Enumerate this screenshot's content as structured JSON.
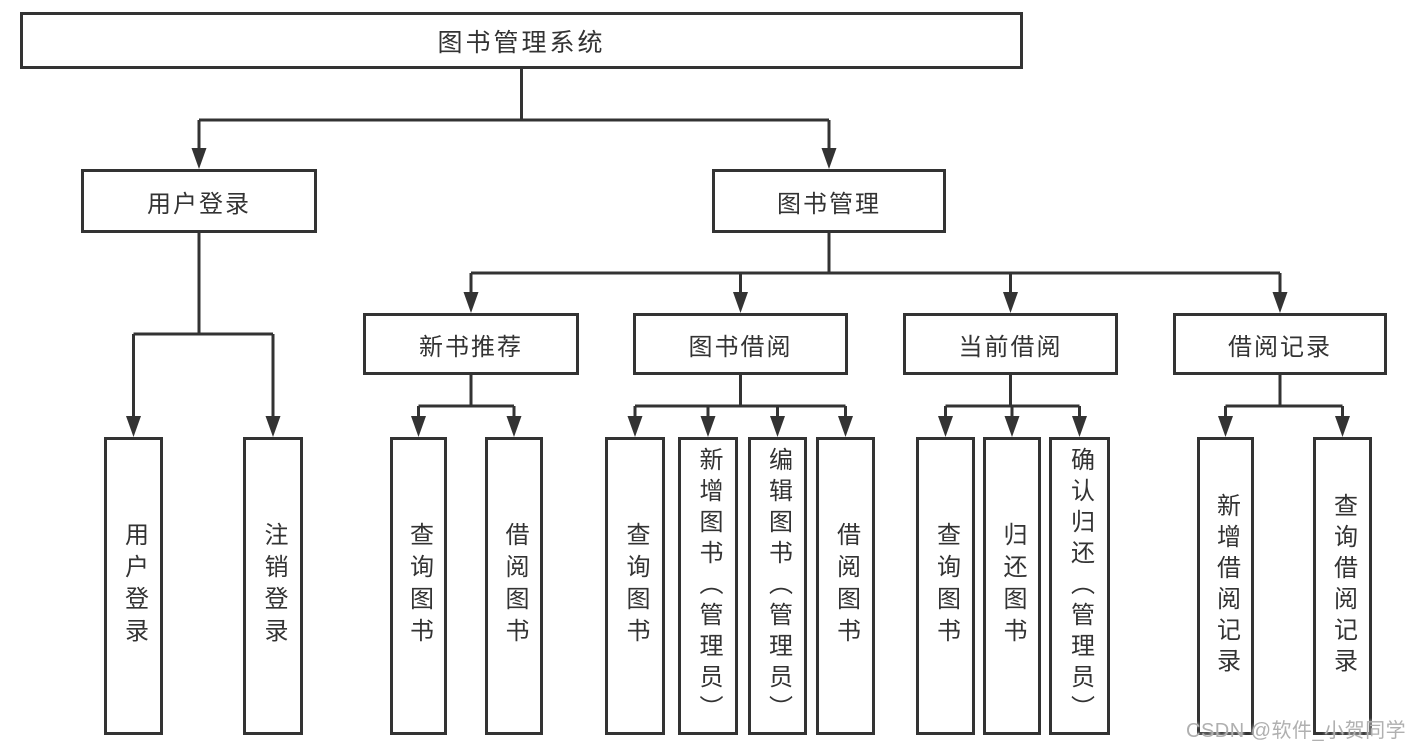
{
  "tree": {
    "root": {
      "label": "图书管理系统"
    },
    "branches": [
      {
        "label": "用户登录",
        "leaves": [
          {
            "label": "用户登录"
          },
          {
            "label": "注销登录"
          }
        ]
      },
      {
        "label": "图书管理",
        "sections": [
          {
            "label": "新书推荐",
            "leaves": [
              {
                "label": "查询图书"
              },
              {
                "label": "借阅图书"
              }
            ]
          },
          {
            "label": "图书借阅",
            "leaves": [
              {
                "label": "查询图书"
              },
              {
                "label": "新增图书（管理员）"
              },
              {
                "label": "编辑图书（管理员）"
              },
              {
                "label": "借阅图书"
              }
            ]
          },
          {
            "label": "当前借阅",
            "leaves": [
              {
                "label": "查询图书"
              },
              {
                "label": "归还图书"
              },
              {
                "label": "确认归还（管理员）"
              }
            ]
          },
          {
            "label": "借阅记录",
            "leaves": [
              {
                "label": "新增借阅记录"
              },
              {
                "label": "查询借阅记录"
              }
            ]
          }
        ]
      }
    ]
  },
  "watermark": {
    "text": "CSDN @软件_小贺同学"
  },
  "colors": {
    "line": "#333333",
    "box_border": "#333333",
    "text": "#333333",
    "watermark": "#b0b0b0",
    "background": "#ffffff"
  }
}
